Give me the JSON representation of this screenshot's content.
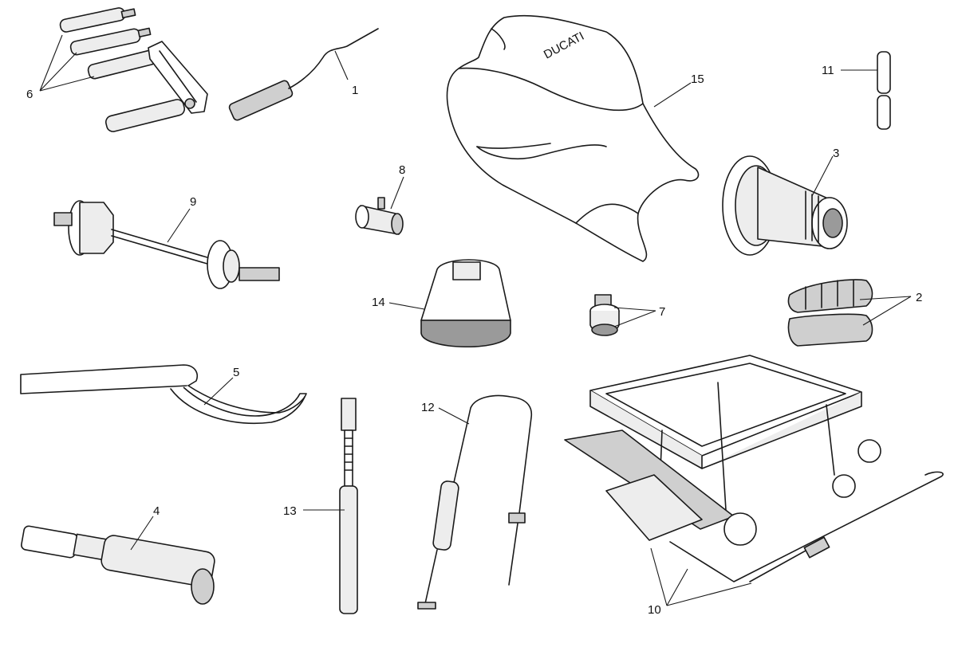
{
  "callouts": {
    "c1": "1",
    "c2": "2",
    "c3": "3",
    "c4": "4",
    "c5": "5",
    "c6": "6",
    "c7": "7",
    "c8": "8",
    "c9": "9",
    "c10": "10",
    "c11": "11",
    "c12": "12",
    "c13": "13",
    "c14": "14",
    "c15": "15"
  },
  "seat_cover_logo": "DUCATI"
}
